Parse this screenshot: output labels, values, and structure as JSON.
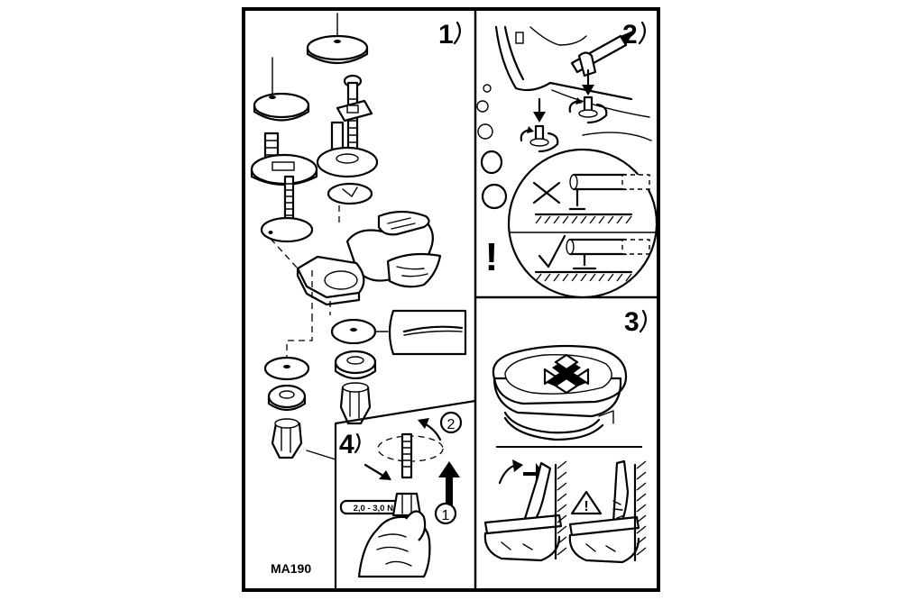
{
  "steps": {
    "step1": "1",
    "step2": "2",
    "step3": "3",
    "step4": "4"
  },
  "sub_steps": {
    "first": "1",
    "second": "2"
  },
  "torque_label": "2,0 - 3,0 Nm",
  "model_code": "MA190",
  "warning_marks": {
    "exclamation": "!",
    "triangle": "!"
  },
  "colors": {
    "ink": "#000000",
    "paper": "#ffffff"
  }
}
